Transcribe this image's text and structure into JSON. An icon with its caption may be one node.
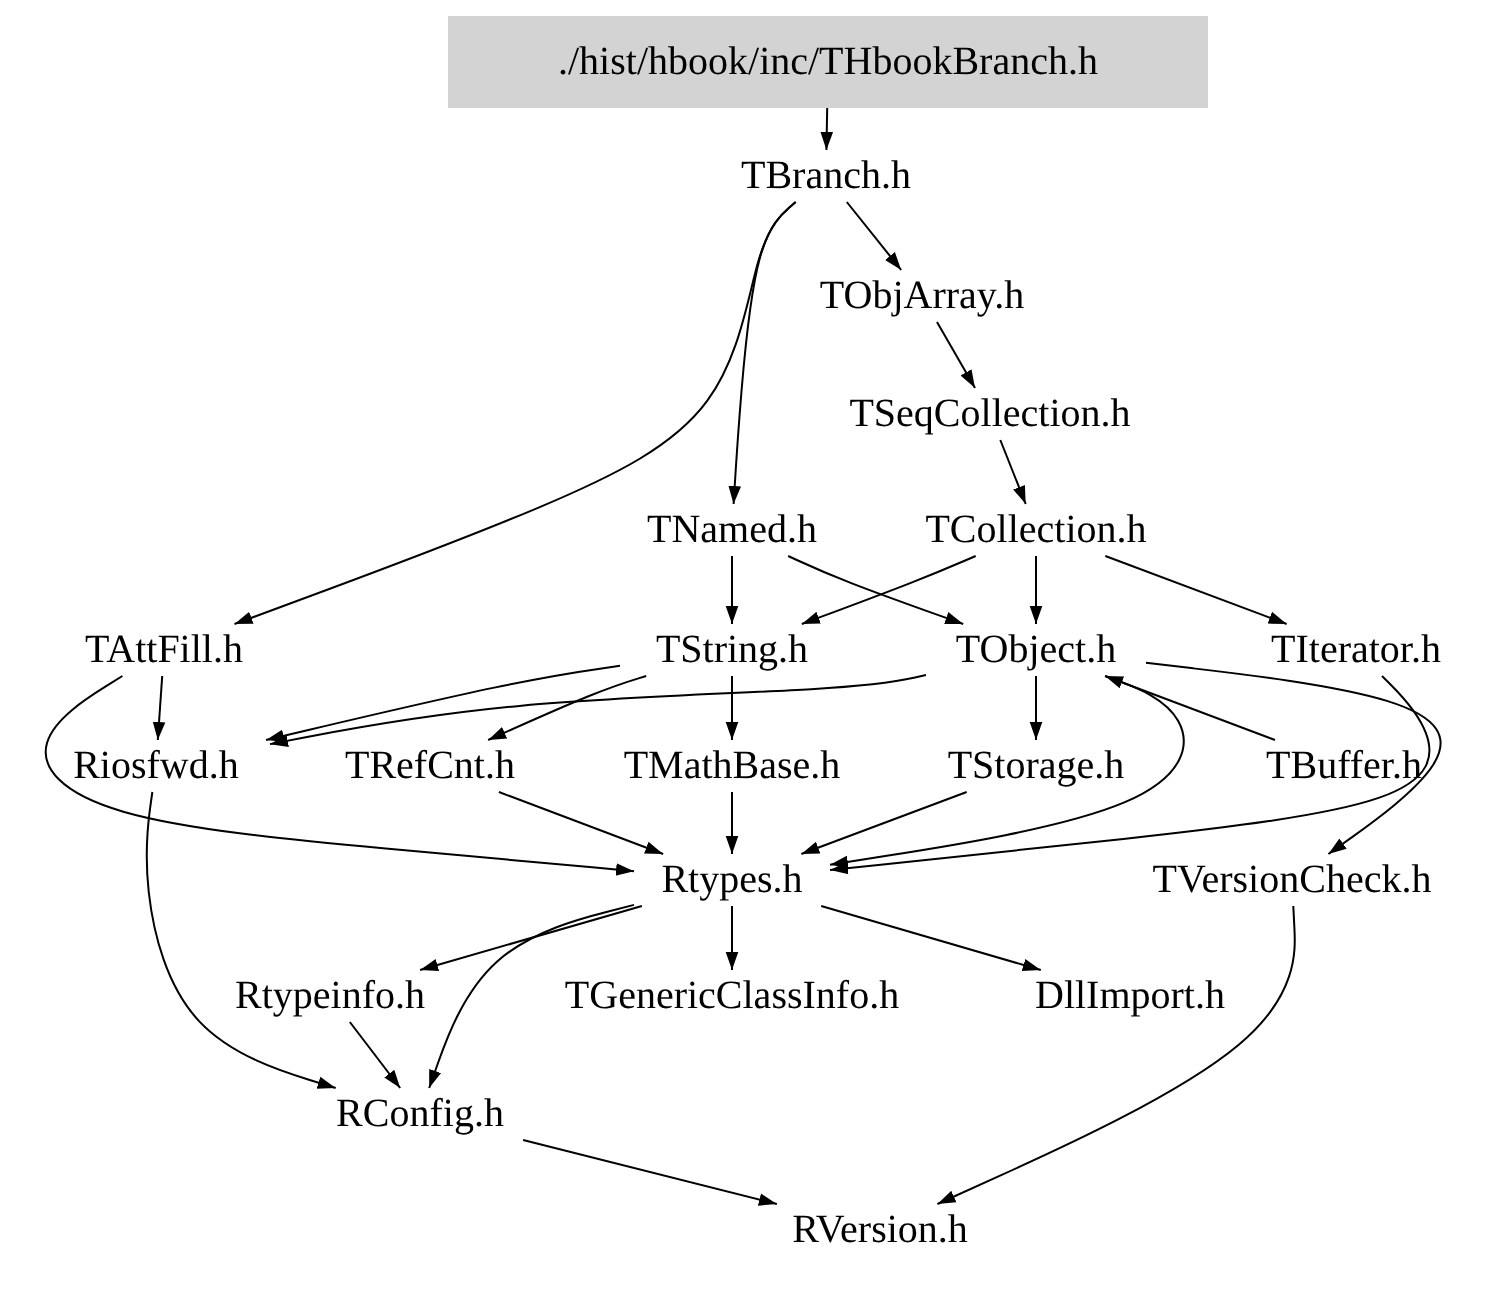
{
  "diagram": {
    "nodes": [
      {
        "text": [
          "./hist/hbook/inc/THbookBranch.h"
        ]
      },
      {
        "text": [
          "TBranch.h"
        ]
      },
      {
        "text": [
          "TObjArray.h"
        ]
      },
      {
        "text": [
          "TSeqCollection.h"
        ]
      },
      {
        "text": [
          "TNamed.h"
        ]
      },
      {
        "text": [
          "TCollection.h"
        ]
      },
      {
        "text": [
          "TAttFill.h"
        ]
      },
      {
        "text": [
          "TString.h"
        ]
      },
      {
        "text": [
          "TObject.h"
        ]
      },
      {
        "text": [
          "TIterator.h"
        ]
      },
      {
        "text": [
          "Riosfwd.h"
        ]
      },
      {
        "text": [
          "TRefCnt.h"
        ]
      },
      {
        "text": [
          "TMathBase.h"
        ]
      },
      {
        "text": [
          "TStorage.h"
        ]
      },
      {
        "text": [
          "TBuffer.h"
        ]
      },
      {
        "text": [
          "Rtypes.h"
        ]
      },
      {
        "text": [
          "TVersionCheck.h"
        ]
      },
      {
        "text": [
          "Rtypeinfo.h"
        ]
      },
      {
        "text": [
          "TGenericClassInfo.h"
        ]
      },
      {
        "text": [
          "DllImport.h"
        ]
      },
      {
        "text": [
          "RConfig.h"
        ]
      },
      {
        "text": [
          "RVersion.h"
        ]
      }
    ],
    "edges": [
      {
        "from": 0,
        "to": 1,
        "arrow": "to"
      },
      {
        "from": 1,
        "to": 2,
        "arrow": "to"
      },
      {
        "from": 1,
        "to": 4,
        "arrow": "to"
      },
      {
        "from": 1,
        "to": 6,
        "arrow": "to"
      },
      {
        "from": 2,
        "to": 3,
        "arrow": "to"
      },
      {
        "from": 3,
        "to": 5,
        "arrow": "to"
      },
      {
        "from": 4,
        "to": 7,
        "arrow": "to"
      },
      {
        "from": 4,
        "to": 8,
        "arrow": "to"
      },
      {
        "from": 5,
        "to": 7,
        "arrow": "to"
      },
      {
        "from": 5,
        "to": 8,
        "arrow": "to"
      },
      {
        "from": 5,
        "to": 9,
        "arrow": "to"
      },
      {
        "from": 6,
        "to": 10,
        "arrow": "to"
      },
      {
        "from": 6,
        "to": 15,
        "arrow": "to"
      },
      {
        "from": 7,
        "to": 10,
        "arrow": "to"
      },
      {
        "from": 7,
        "to": 11,
        "arrow": "to"
      },
      {
        "from": 7,
        "to": 12,
        "arrow": "to"
      },
      {
        "from": 8,
        "to": 10,
        "arrow": "to"
      },
      {
        "from": 8,
        "to": 13,
        "arrow": "to"
      },
      {
        "from": 8,
        "to": 15,
        "arrow": "to"
      },
      {
        "from": 8,
        "to": 16,
        "arrow": "to"
      },
      {
        "from": 9,
        "to": 15,
        "arrow": "to"
      },
      {
        "from": 14,
        "to": 8,
        "arrow": "to"
      },
      {
        "from": 11,
        "to": 15,
        "arrow": "to"
      },
      {
        "from": 12,
        "to": 15,
        "arrow": "to"
      },
      {
        "from": 13,
        "to": 15,
        "arrow": "to"
      },
      {
        "from": 15,
        "to": 17,
        "arrow": "to"
      },
      {
        "from": 15,
        "to": 18,
        "arrow": "to"
      },
      {
        "from": 15,
        "to": 19,
        "arrow": "to"
      },
      {
        "from": 15,
        "to": 20,
        "arrow": "to"
      },
      {
        "from": 10,
        "to": 20,
        "arrow": "to"
      },
      {
        "from": 17,
        "to": 20,
        "arrow": "to"
      },
      {
        "from": 20,
        "to": 21,
        "arrow": "to"
      },
      {
        "from": 16,
        "to": 21,
        "arrow": "to"
      }
    ]
  }
}
